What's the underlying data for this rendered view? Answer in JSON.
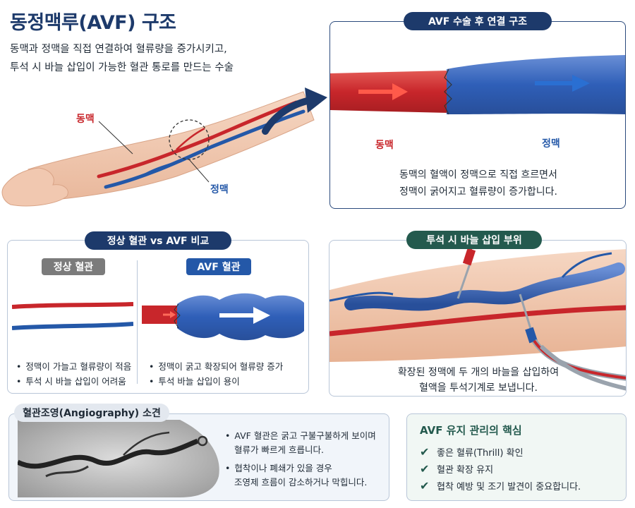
{
  "header": {
    "title": "동정맥루(AVF) 구조",
    "subtitle_line1": "동맥과 정맥을 직접 연결하여 혈류량을 증가시키고,",
    "subtitle_line2": "투석 시 바늘 삽입이 가능한 혈관 통로를 만드는 수술"
  },
  "arm": {
    "artery_label": "동맥",
    "vein_label": "정맥"
  },
  "connection_panel": {
    "tab": "AVF 수술 후 연결 구조",
    "artery_label": "동맥",
    "vein_label": "정맥",
    "desc_line1": "동맥의 혈액이 정맥으로 직접 흐르면서",
    "desc_line2": "정맥이 굵어지고 혈류량이 증가합니다."
  },
  "compare_panel": {
    "tab": "정상 혈관 vs AVF 비교",
    "normal_pill": "정상 혈관",
    "avf_pill": "AVF 혈관",
    "normal_bullets": [
      "정맥이 가늘고 혈류량이 적음",
      "투석 시 바늘 삽입이 어려움"
    ],
    "avf_bullets": [
      "정맥이 굵고 확장되어 혈류량 증가",
      "투석 바늘 삽입이 용이"
    ]
  },
  "needle_panel": {
    "tab": "투석 시 바늘 삽입 부위",
    "desc_line1": "확장된 정맥에 두 개의 바늘을 삽입하여",
    "desc_line2": "혈액을 투석기계로  보냅니다."
  },
  "angio_panel": {
    "tab": "혈관조영(Angiography) 소견",
    "bullet1_line1": "AVF 혈관은 굵고 구불구불하게 보이며",
    "bullet1_line2": "혈류가 빠르게 흐릅니다.",
    "bullet2_line1": "협착이나 폐쇄가 있을 경우",
    "bullet2_line2": "조영제 흐름이 감소하거나 막힙니다."
  },
  "care_panel": {
    "title": "AVF 유지 관리의 핵심",
    "items": [
      "좋은 혈류(Thrill) 확인",
      "혈관 확장 유지",
      "협착 예방 및 조기 발견이 중요합니다."
    ]
  },
  "colors": {
    "navy": "#1d3a6b",
    "artery_red": "#c8262b",
    "vein_blue": "#2458a8",
    "green": "#245a4e"
  },
  "icons": {
    "arrow": "curved-arrow-icon",
    "check": "check-icon"
  }
}
